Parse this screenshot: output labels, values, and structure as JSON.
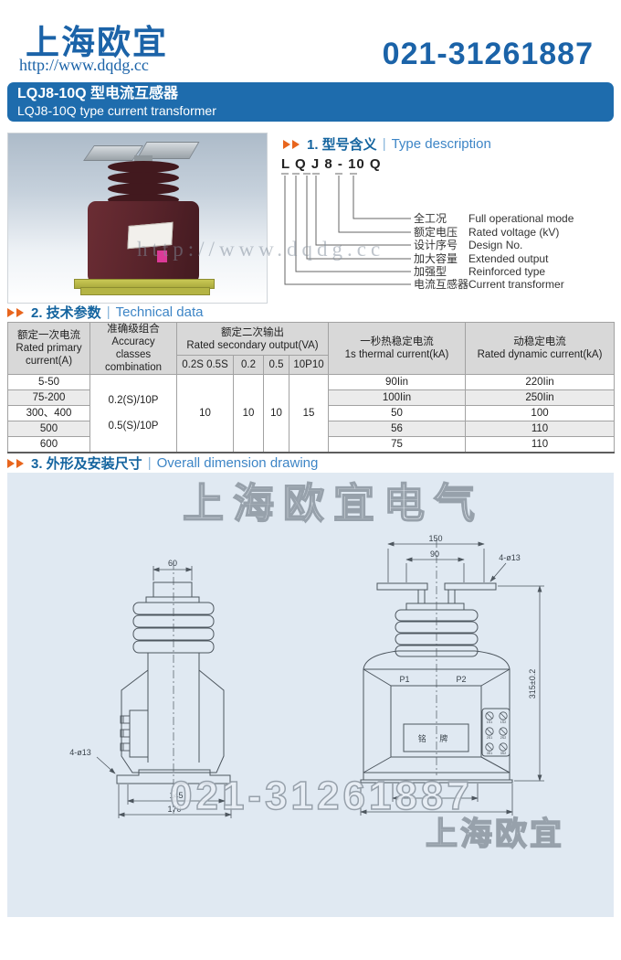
{
  "colors": {
    "accent_blue": "#1b63a8",
    "banner_blue": "#1e6cad",
    "arrow_orange": "#e8651d",
    "panel_blue": "#e0e9f2",
    "table_header_gray": "#d8d8d8",
    "alt_row_gray": "#ebebeb"
  },
  "header": {
    "company": "上海欧宜",
    "url": "http://www.dqdg.cc",
    "phone": "021-31261887"
  },
  "banner": {
    "title_cn": "LQJ8-10Q 型电流互感器",
    "title_en": "LQJ8-10Q type current transformer"
  },
  "sections": {
    "sep": "|",
    "s1": {
      "cn": "1. 型号含义",
      "en": "Type description"
    },
    "s2": {
      "cn": "2. 技术参数",
      "en": "Technical data"
    },
    "s3": {
      "cn": "3. 外形及安装尺寸",
      "en": "Overall dimension drawing"
    }
  },
  "type_code": "L Q J 8 - 10 Q",
  "type_legend": [
    {
      "cn": "全工况",
      "en": "Full operational mode"
    },
    {
      "cn": "额定电压",
      "en": "Rated voltage (kV)"
    },
    {
      "cn": "设计序号",
      "en": "Design No."
    },
    {
      "cn": "加大容量",
      "en": "Extended output"
    },
    {
      "cn": "加强型",
      "en": "Reinforced type"
    },
    {
      "cn": "电流互感器",
      "en": "Current transformer"
    }
  ],
  "table": {
    "col_primary": "额定一次电流\nRated primary\ncurrent(A)",
    "col_accuracy": "准确级组合\nAccuracy\nclasses\ncombination",
    "col_output": "额定二次输出\nRated secondary output(VA)",
    "col_output_subs": [
      "0.2S 0.5S",
      "0.2",
      "0.5",
      "10P10"
    ],
    "col_thermal": "一秒热稳定电流\n1s thermal current(kA)",
    "col_dynamic": "动稳定电流\nRated dynamic current(kA)",
    "accuracy_value": "0.2(S)/10P\n\n0.5(S)/10P",
    "output_values": [
      "10",
      "10",
      "10",
      "15"
    ],
    "rows": [
      {
        "primary": "5-50",
        "thermal": "90Iin",
        "dynamic": "220Iin"
      },
      {
        "primary": "75-200",
        "thermal": "100Iin",
        "dynamic": "250Iin"
      },
      {
        "primary": "300、400",
        "thermal": "50",
        "dynamic": "100"
      },
      {
        "primary": "500",
        "thermal": "56",
        "dynamic": "110"
      },
      {
        "primary": "600",
        "thermal": "75",
        "dynamic": "110"
      }
    ]
  },
  "drawing": {
    "watermark_top": "上海欧宜电气",
    "watermark_url": "http://www.dqdg.cc",
    "watermark_phone": "021-31261887",
    "watermark_brand": "上海欧宜",
    "left": {
      "dim_top": "60",
      "holes": "4-ø13",
      "dim_inner": "145",
      "dim_outer": "170"
    },
    "right": {
      "dim_top": "150",
      "dim_top2": "90",
      "holes": "4-ø13",
      "dim_height": "315±0.2",
      "p1": "P1",
      "p2": "P2",
      "nameplate": "铭  牌",
      "terminals": [
        "1S1",
        "1S2",
        "2S1",
        "2S2",
        "3S1",
        "3S2"
      ],
      "dim_inner": "130",
      "dim_outer": "220"
    }
  }
}
